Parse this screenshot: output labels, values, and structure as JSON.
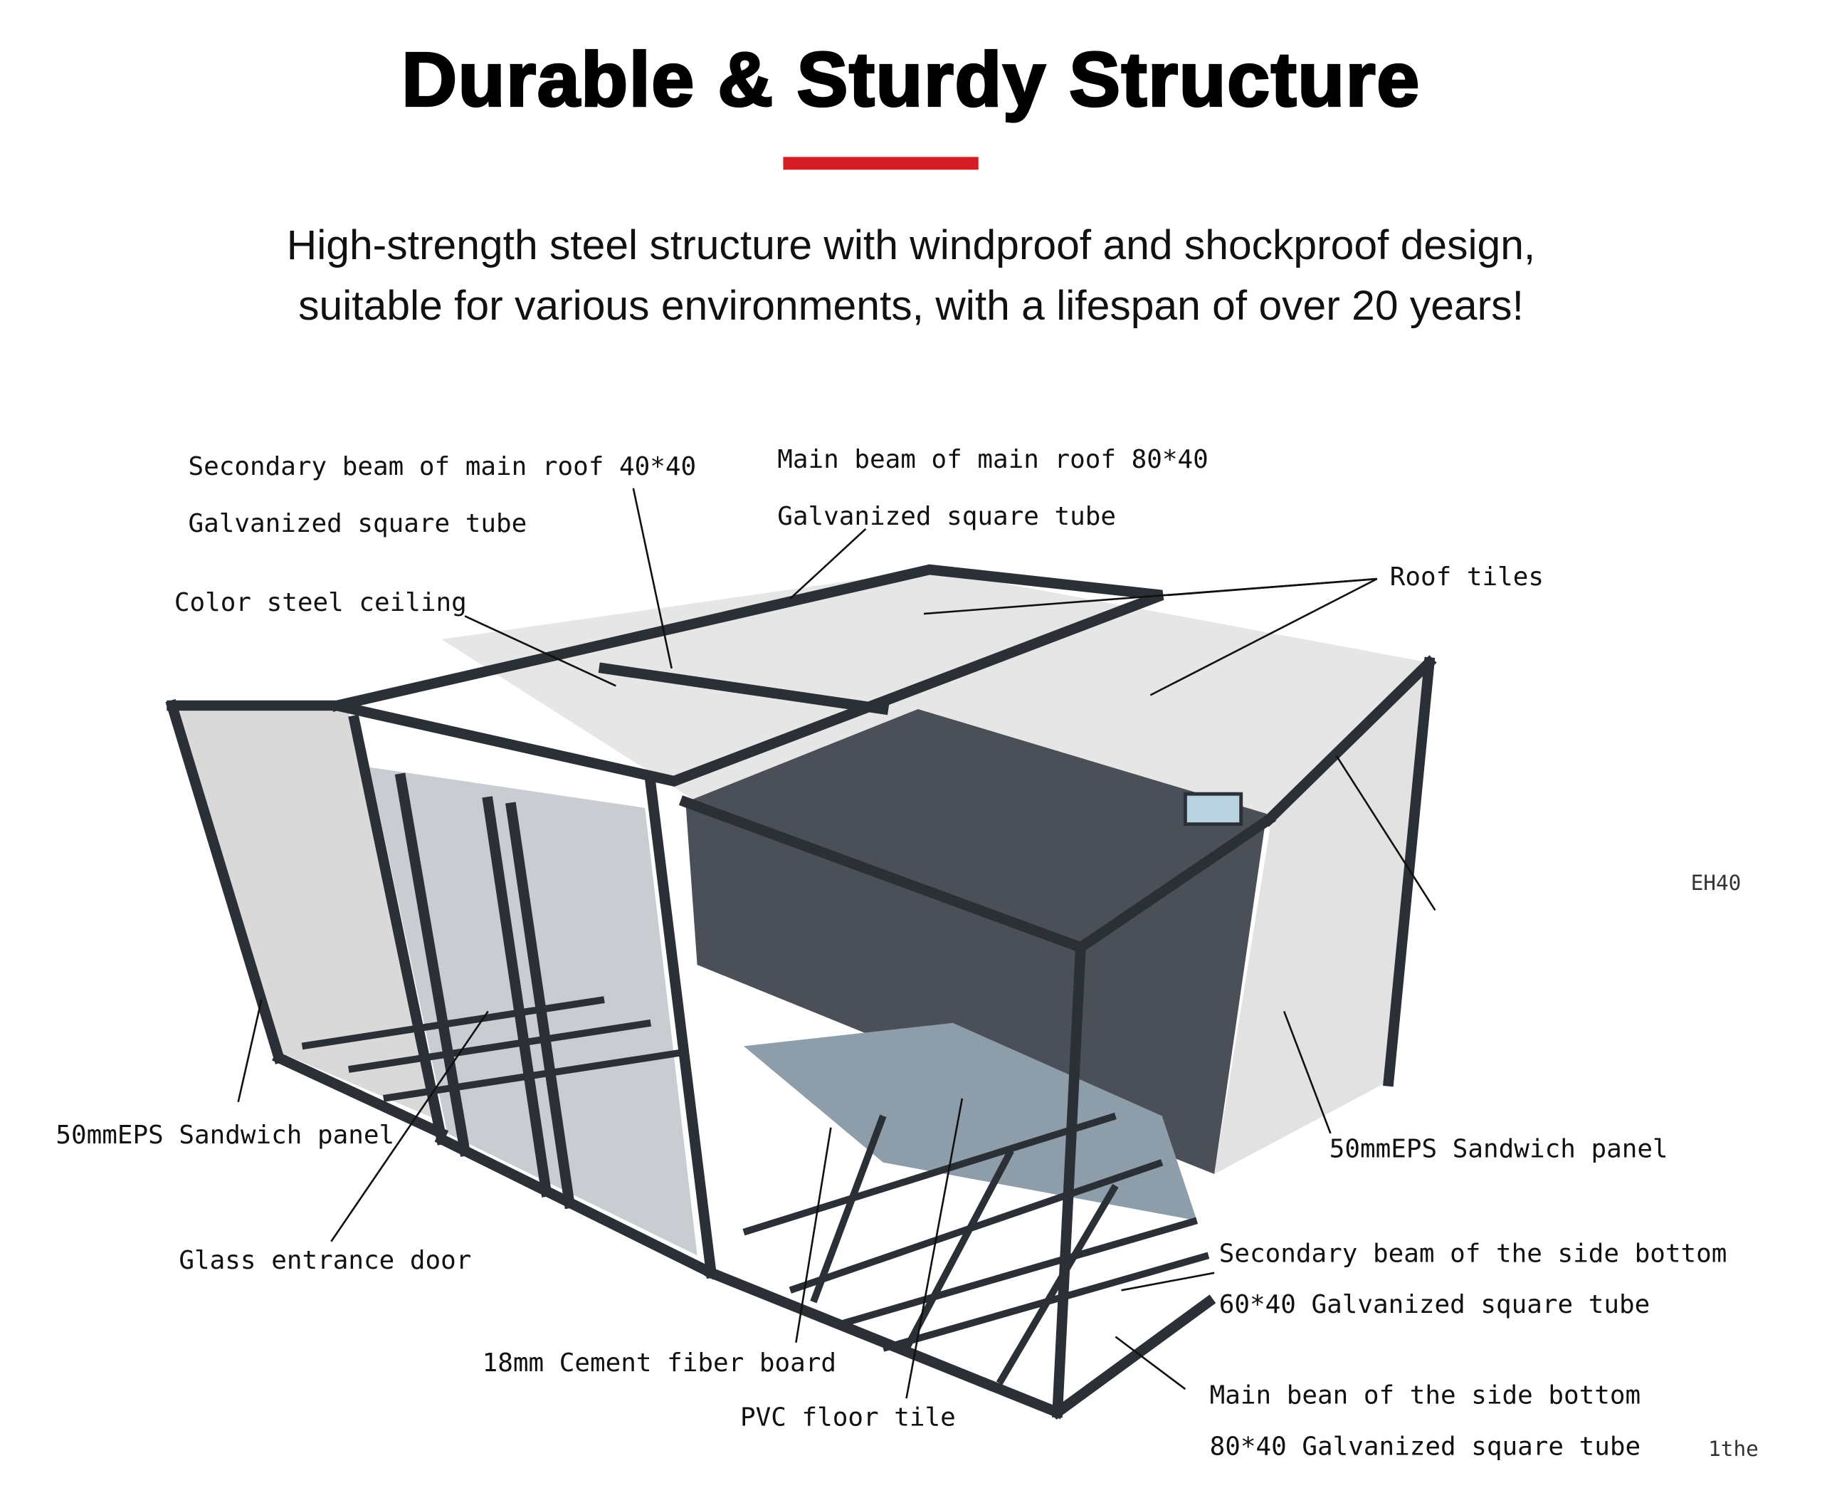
{
  "title": "Durable & Sturdy Structure",
  "accent_color": "#d41c24",
  "subtitle": {
    "line1": "High-strength steel structure with windproof and shockproof design,",
    "line2": "suitable for various environments, with a lifespan of over 20 years!"
  },
  "labels": {
    "secondary_roof_beam": "Secondary beam of main roof 40*40",
    "secondary_roof_beam_material": "Galvanized square tube",
    "main_roof_beam": "Main beam of main roof 80*40",
    "main_roof_beam_material": "Galvanized square tube",
    "ceiling": "Color steel ceiling",
    "roof_tiles": "Roof tiles",
    "panel_left": "50mmEPS Sandwich panel",
    "panel_right": "50mmEPS Sandwich panel",
    "door": "Glass entrance door",
    "secondary_side_bottom": "Secondary beam of the side bottom",
    "secondary_side_bottom_material": "60*40 Galvanized square tube",
    "cement_board": "18mm Cement fiber board",
    "pvc_tile": "PVC floor tile",
    "main_side_bottom": "Main bean of the side bottom",
    "main_side_bottom_material": "80*40 Galvanized square tube",
    "artifact_right": "EH40",
    "artifact_bottom": "1the"
  }
}
